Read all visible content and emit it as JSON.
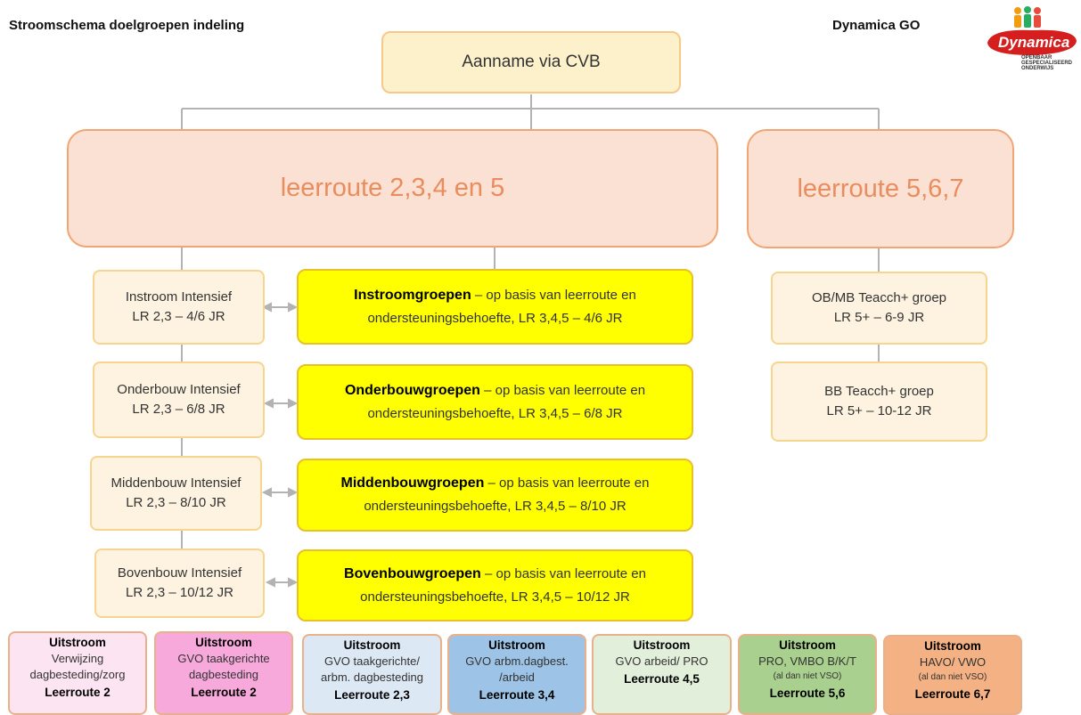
{
  "header": {
    "title": "Stroomschema doelgroepen indeling",
    "org": "Dynamica GO"
  },
  "logo": {
    "name": "Dynamica",
    "tagline": [
      "OPENBAAR",
      "GESPECIALISEERD",
      "ONDERWIJS"
    ]
  },
  "top": {
    "label": "Aanname via CVB"
  },
  "routes": [
    {
      "label": "leerroute 2,3,4 en 5"
    },
    {
      "label": "leerroute 5,6,7"
    }
  ],
  "intensief": [
    {
      "line1": "Instroom Intensief",
      "line2": "LR 2,3 – 4/6 JR"
    },
    {
      "line1": "Onderbouw Intensief",
      "line2": "LR 2,3 – 6/8 JR"
    },
    {
      "line1": "Middenbouw Intensief",
      "line2": "LR 2,3 – 8/10 JR"
    },
    {
      "line1": "Bovenbouw Intensief",
      "line2": "LR 2,3 – 10/12 JR"
    }
  ],
  "groepen": [
    {
      "bold": "Instroomgroepen",
      "rest": " – op basis van leerroute en",
      "line2": "ondersteuningsbehoefte, LR 3,4,5 – 4/6 JR"
    },
    {
      "bold": "Onderbouwgroepen",
      "rest": " – op basis van leerroute en",
      "line2": "ondersteuningsbehoefte, LR 3,4,5 – 6/8 JR"
    },
    {
      "bold": "Middenbouwgroepen",
      "rest": " – op basis van leerroute en",
      "line2": "ondersteuningsbehoefte, LR 3,4,5 – 8/10 JR"
    },
    {
      "bold": "Bovenbouwgroepen",
      "rest": " – op basis van leerroute en",
      "line2": "ondersteuningsbehoefte, LR 3,4,5 – 10/12 JR"
    }
  ],
  "teacch": [
    {
      "line1": "OB/MB Teacch+ groep",
      "line2": "LR 5+ – 6-9 JR"
    },
    {
      "line1": "BB Teacch+ groep",
      "line2": "LR 5+ – 10-12 JR"
    }
  ],
  "uitstroom": [
    {
      "title": "Uitstroom",
      "line1": "Verwijzing",
      "line2": "dagbesteding/zorg",
      "small": "",
      "route": "Leerroute 2",
      "color": "#fde4f2"
    },
    {
      "title": "Uitstroom",
      "line1": "GVO taakgerichte",
      "line2": "dagbesteding",
      "small": "",
      "route": "Leerroute 2",
      "color": "#f8a9dc"
    },
    {
      "title": "Uitstroom",
      "line1": "GVO taakgerichte/",
      "line2": "arbm. dagbesteding",
      "small": "",
      "route": "Leerroute 2,3",
      "color": "#dde8f5"
    },
    {
      "title": "Uitstroom",
      "line1": "GVO arbm.dagbest.",
      "line2": "/arbeid",
      "small": "",
      "route": "Leerroute 3,4",
      "color": "#9dc3e6"
    },
    {
      "title": "Uitstroom",
      "line1": "GVO arbeid/ PRO",
      "line2": "",
      "small": "",
      "route": "Leerroute 4,5",
      "color": "#e2efda"
    },
    {
      "title": "Uitstroom",
      "line1": "PRO, VMBO B/K/T",
      "line2": "",
      "small": "(al dan niet VSO)",
      "route": "Leerroute 5,6",
      "color": "#a9d08e"
    },
    {
      "title": "Uitstroom",
      "line1": "HAVO/ VWO",
      "line2": "",
      "small": "(al dan niet VSO)",
      "route": "Leerroute 6,7",
      "color": "#f4b183"
    }
  ]
}
